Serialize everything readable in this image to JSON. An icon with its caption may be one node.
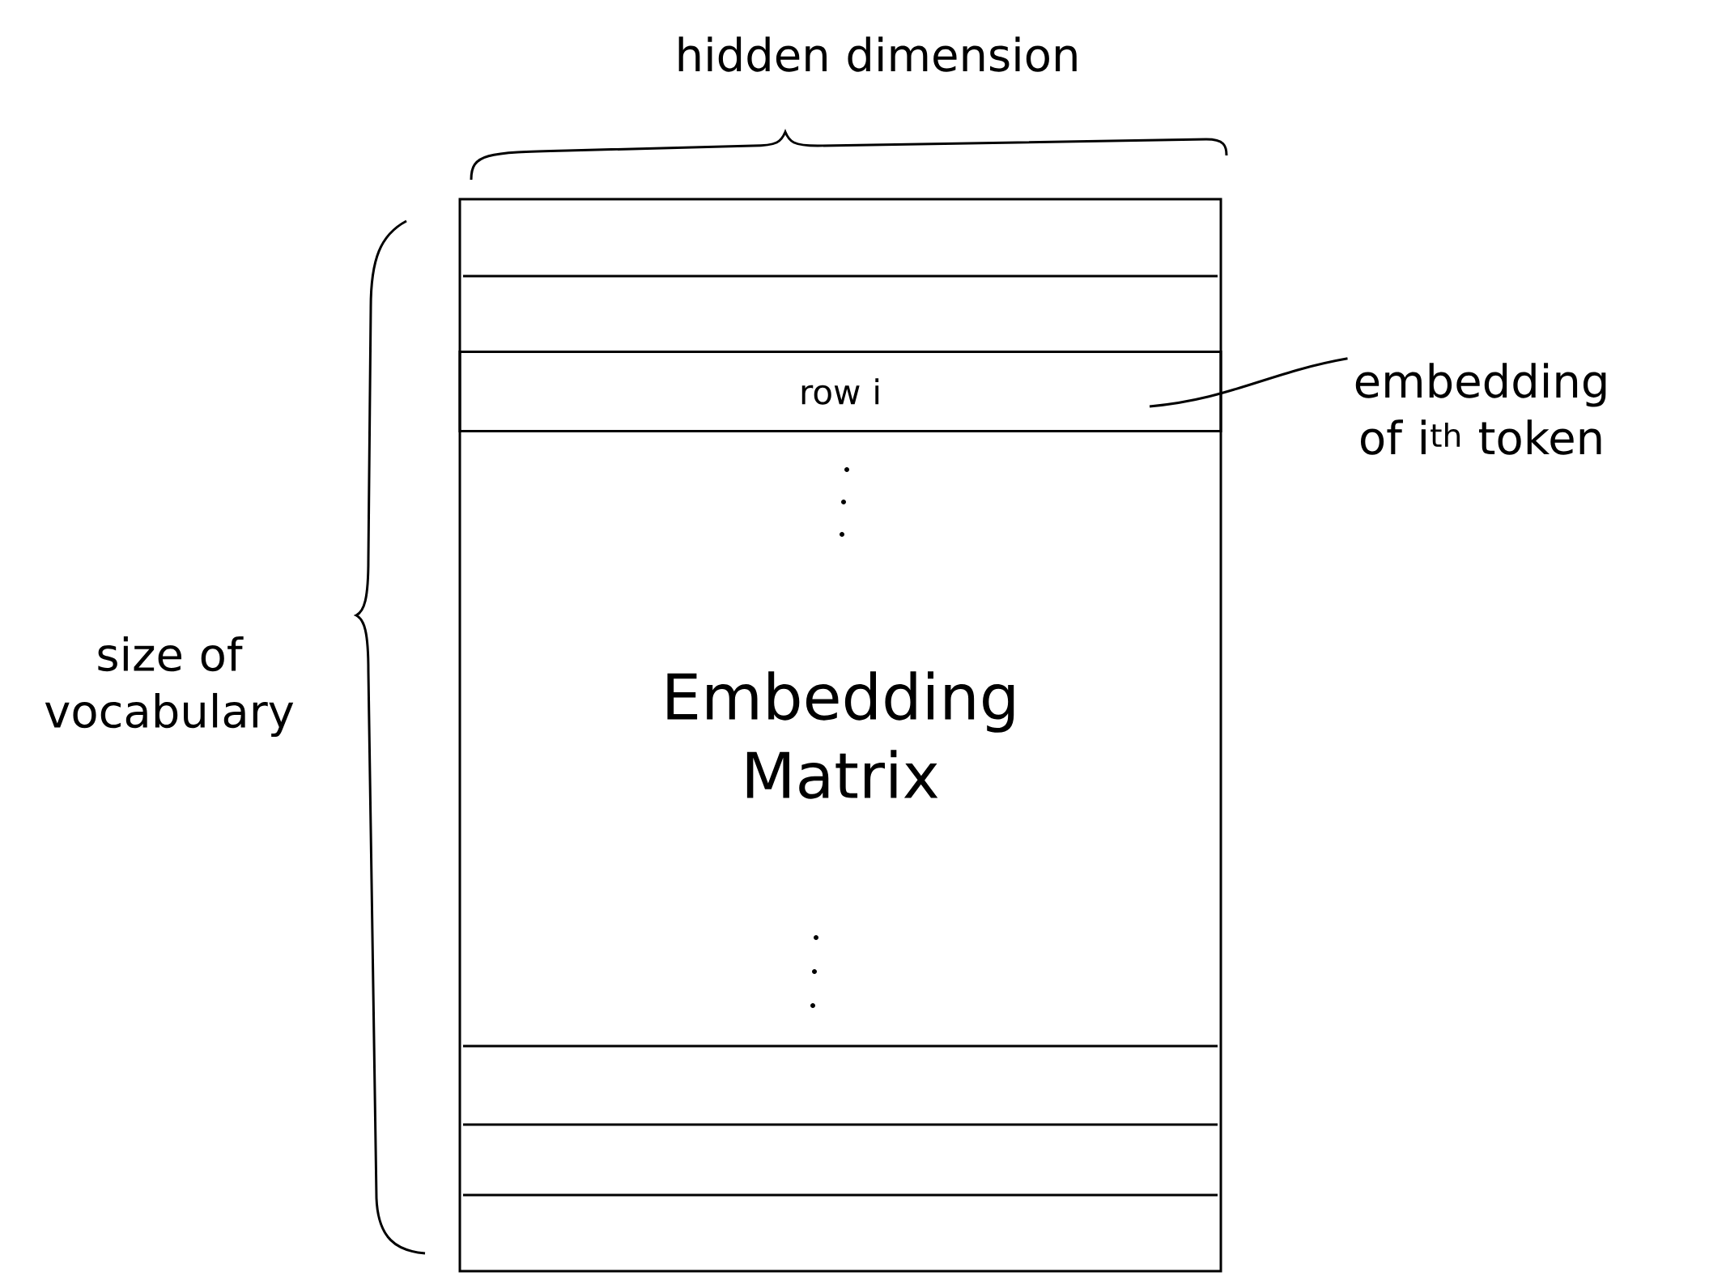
{
  "diagram": {
    "nodes": [
      {
        "text": [
          "Embedding Matrix"
        ]
      },
      {
        "text": [
          "row i"
        ],
        "in": 0
      },
      {
        "text": [
          "embedding of i$^{th}$ token"
        ]
      }
    ],
    "edges": [
      {
        "from": 2,
        "to": 1,
        "arrow": "none"
      }
    ],
    "labels": [
      "hidden dimension",
      "size of vocabulary"
    ]
  }
}
